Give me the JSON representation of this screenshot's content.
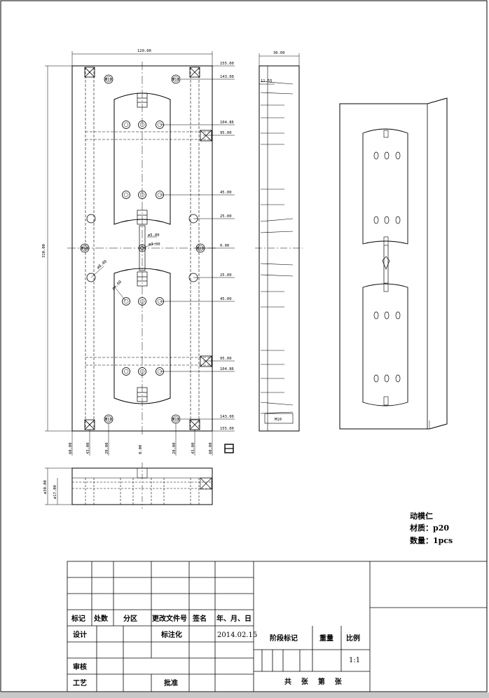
{
  "part": {
    "name": "动模仁",
    "material": "材质：p20",
    "quantity": "数量：1pcs"
  },
  "front_view": {
    "width_dim": "120.00",
    "height_dim": "310.00",
    "right_dims": [
      "155.00",
      "143.00",
      "104.86",
      "95.00",
      "45.00",
      "25.00",
      "0.00",
      "25.00",
      "45.00",
      "95.00",
      "104.86",
      "143.00",
      "155.00"
    ],
    "bottom_dims": [
      "60.00",
      "43.00",
      "28.00",
      "0.00",
      "28.00",
      "43.00",
      "60.00"
    ],
    "center_dims": [
      "ø5.00",
      "ø3.00"
    ],
    "hole_labels": [
      "ø8.00",
      "ø4.00"
    ],
    "screw_labels": [
      "M10",
      "M10",
      "M10",
      "M10",
      "M10",
      "M10"
    ]
  },
  "side_view": {
    "width_dim": "30.00",
    "step_dim": "11.55",
    "screw_label": "M10"
  },
  "bottom_view": {
    "dims": [
      "ø30.00",
      "ø17.00"
    ]
  },
  "title_block": {
    "marker": "标记",
    "count": "处数",
    "zone": "分区",
    "doc_no": "更改文件号",
    "signature": "签名",
    "date_hdr": "年、月、日",
    "design": "设计",
    "standardize": "标注化",
    "date": "2014.02.15",
    "stage": "阶段标记",
    "weight": "重量",
    "scale": "比例",
    "scale_value": "1:1",
    "review": "审核",
    "process": "工艺",
    "approve": "批准",
    "sheets": "共    张    第    张"
  }
}
